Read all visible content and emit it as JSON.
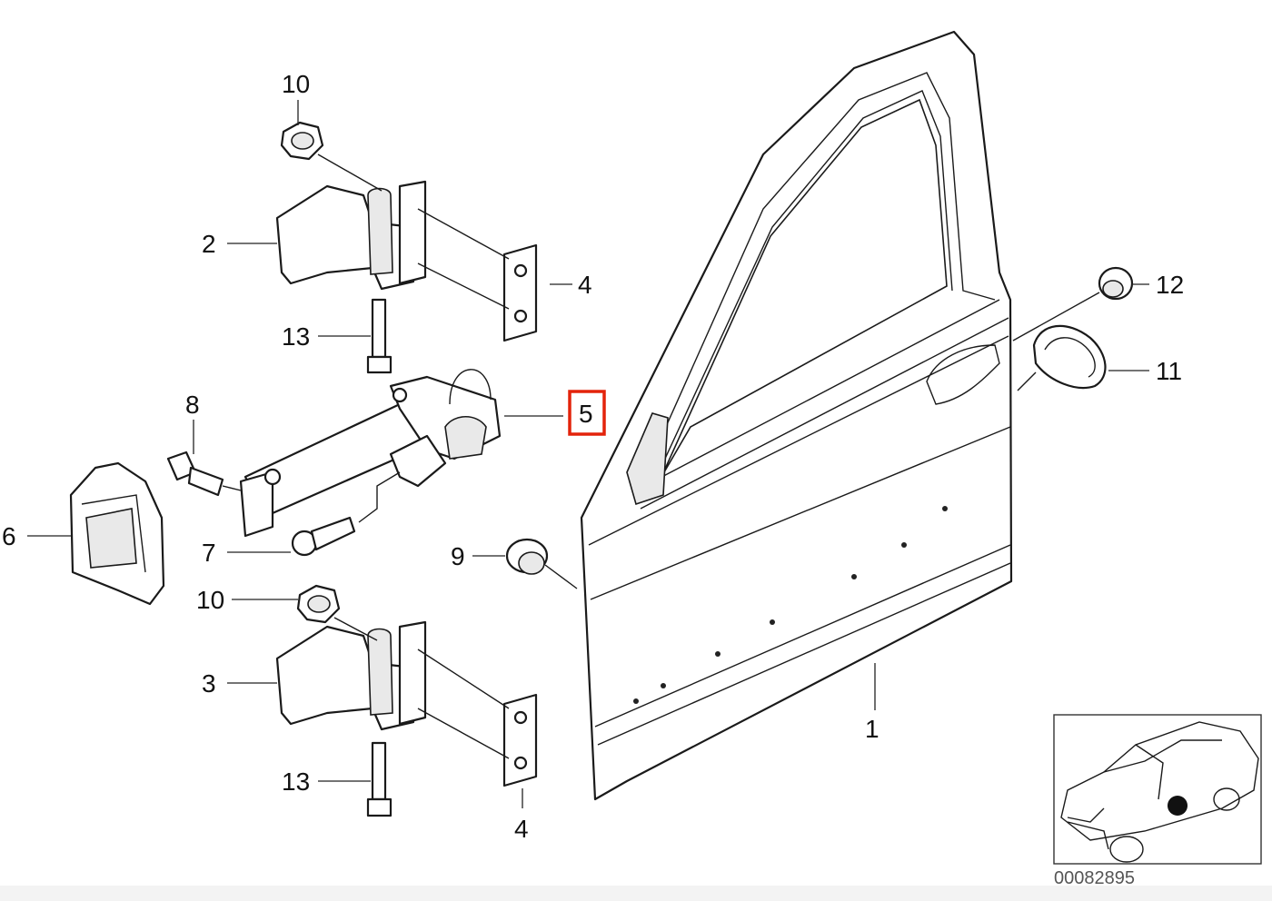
{
  "callouts": {
    "c1": "1",
    "c2": "2",
    "c3": "3",
    "c4a": "4",
    "c4b": "4",
    "c5": "5",
    "c6": "6",
    "c7": "7",
    "c8": "8",
    "c9": "9",
    "c10a": "10",
    "c10b": "10",
    "c11": "11",
    "c12": "12",
    "c13a": "13",
    "c13b": "13"
  },
  "highlighted_part": "5",
  "highlight_color": "#e3230b",
  "diagram_number": "00082895"
}
